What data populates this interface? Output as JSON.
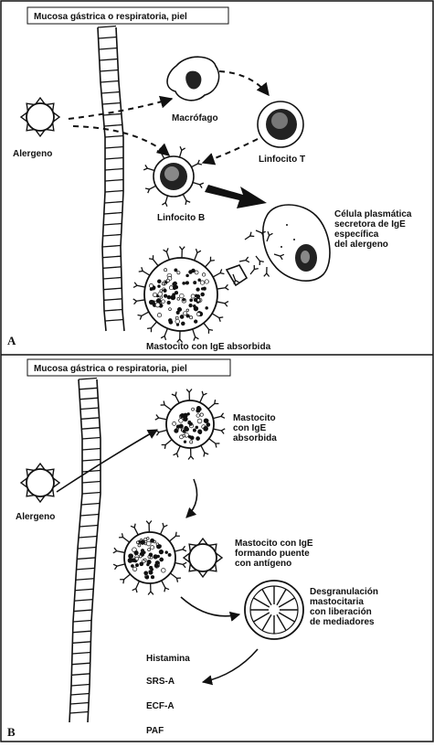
{
  "panel_a": {
    "letter": "A",
    "header": "Mucosa gástrica o respiratoria, piel",
    "labels": {
      "allergen": "Alergeno",
      "macrophage": "Macrófago",
      "t_lymphocyte": "Linfocito T",
      "b_lymphocyte": "Linfocito B",
      "plasma_cell": [
        "Célula plasmática",
        "secretora de IgE",
        "específica",
        "del alergeno"
      ],
      "mast_cell": "Mastocito con IgE absorbida"
    }
  },
  "panel_b": {
    "letter": "B",
    "header": "Mucosa gástrica o respiratoria, piel",
    "labels": {
      "allergen": "Alergeno",
      "mast_cell_top": [
        "Mastocito",
        "con IgE",
        "absorbida"
      ],
      "mast_cell_bridge": [
        "Mastocito con IgE",
        "formando puente",
        "con antígeno"
      ],
      "degranulation": [
        "Desgranulación",
        "mastocitaria",
        "con liberación",
        "de mediadores"
      ]
    },
    "mediators": [
      "Histamina",
      "SRS-A",
      "ECF-A",
      "PAF"
    ]
  }
}
